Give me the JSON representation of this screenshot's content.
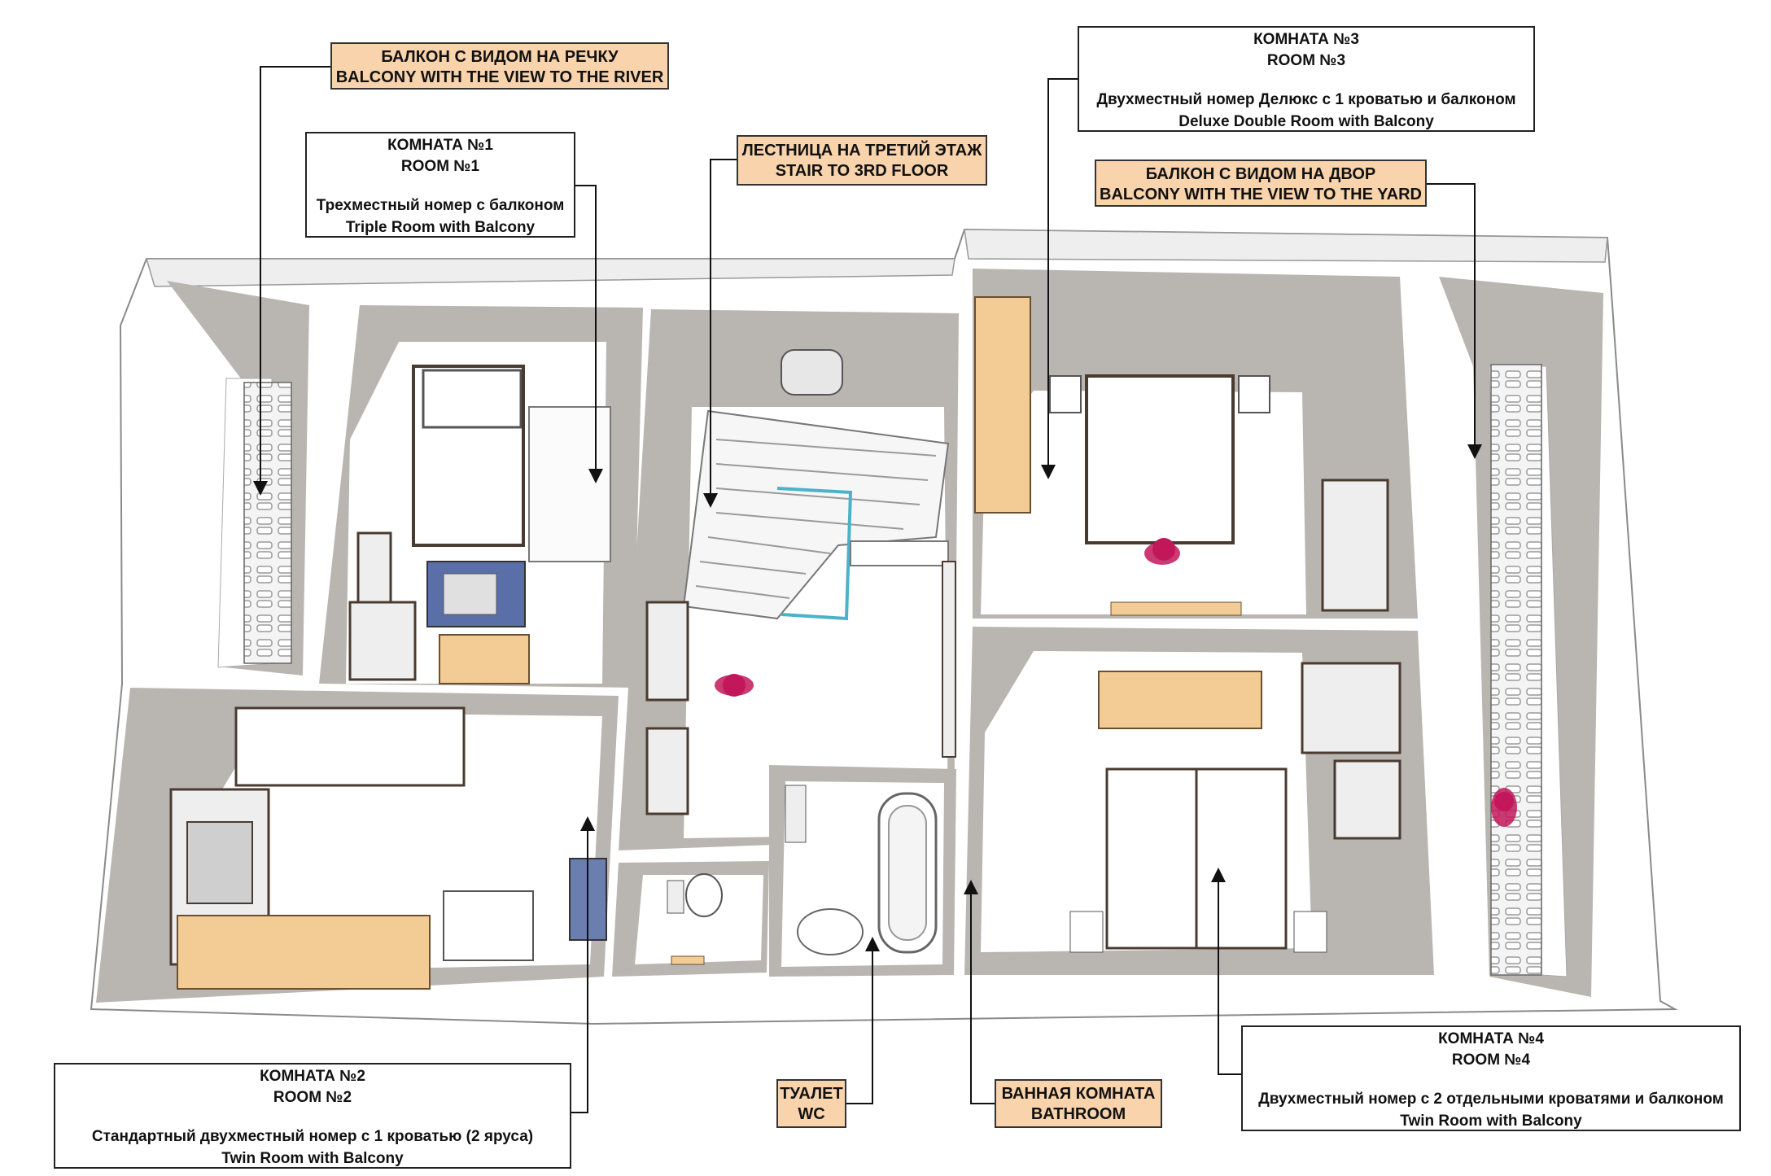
{
  "colors": {
    "callout_fill": "#f9d3ac",
    "wall_grey": "#b9b5b1",
    "floor": "#ffffff",
    "wood": "#f2cc94",
    "person_magenta": "#c2185b"
  },
  "labels": {
    "balcony_river": {
      "ru": "БАЛКОН С ВИДОМ НА РЕЧКУ",
      "en": "BALCONY WITH THE VIEW TO THE RIVER"
    },
    "room1": {
      "ru_title": "КОМНАТА №1",
      "en_title": "ROOM №1",
      "ru_desc": "Трехместный номер с балконом",
      "en_desc": "Triple Room with Balcony"
    },
    "stair": {
      "ru": "ЛЕСТНИЦА НА ТРЕТИЙ ЭТАЖ",
      "en": "STAIR TO 3RD FLOOR"
    },
    "room3": {
      "ru_title": "КОМНАТА №3",
      "en_title": "ROOM №3",
      "ru_desc": "Двухместный номер Делюкс с 1 кроватью и балконом",
      "en_desc": "Deluxe Double Room with Balcony"
    },
    "balcony_yard": {
      "ru": "БАЛКОН С ВИДОМ НА ДВОР",
      "en": "BALCONY WITH THE VIEW TO THE YARD"
    },
    "room2": {
      "ru_title": "КОМНАТА №2",
      "en_title": "ROOM №2",
      "ru_desc": "Стандартный двухместный номер с 1 кроватью (2 яруса)",
      "en_desc": "Twin Room with Balcony"
    },
    "wc": {
      "ru": "ТУАЛЕТ",
      "en": "WC"
    },
    "bathroom": {
      "ru": "ВАННАЯ КОМНАТА",
      "en": "BATHROOM"
    },
    "room4": {
      "ru_title": "КОМНАТА №4",
      "en_title": "ROOM №4",
      "ru_desc": "Двухместный номер с 2 отдельными кроватями и балконом",
      "en_desc": "Twin Room with Balcony"
    }
  }
}
